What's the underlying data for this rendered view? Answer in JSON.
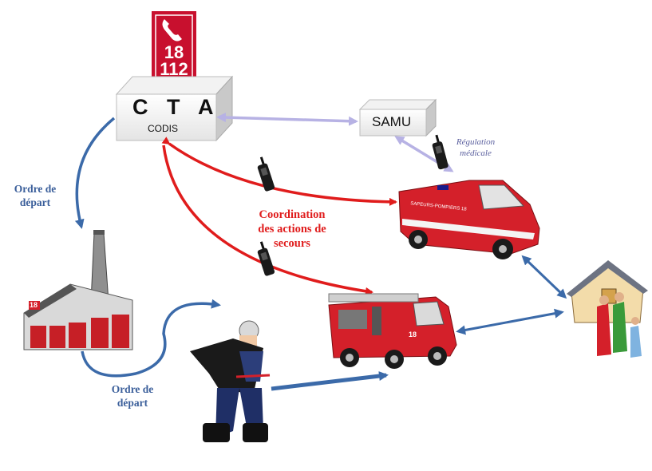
{
  "logo": {
    "line1": "18",
    "line2": "112"
  },
  "cta": {
    "title": "C T A",
    "subtitle": "CODIS"
  },
  "samu": {
    "label": "SAMU"
  },
  "labels": {
    "ordre_depart_top": [
      "Ordre de",
      "départ"
    ],
    "ordre_depart_bottom": [
      "Ordre de",
      "départ"
    ],
    "coordination": [
      "Coordination",
      "des actions de",
      "secours"
    ],
    "regulation": [
      "Régulation",
      "médicale"
    ]
  },
  "vehicles": {
    "ambulance_side_text": "SAPEURS-POMPIERS 18",
    "engine_number": "18"
  },
  "station_number": "18",
  "colors": {
    "red": "#d4202a",
    "blue_arrow": "#3b6aa9",
    "lavender_arrow": "#b7b2e4",
    "label_blue": "#3a5e9a"
  }
}
